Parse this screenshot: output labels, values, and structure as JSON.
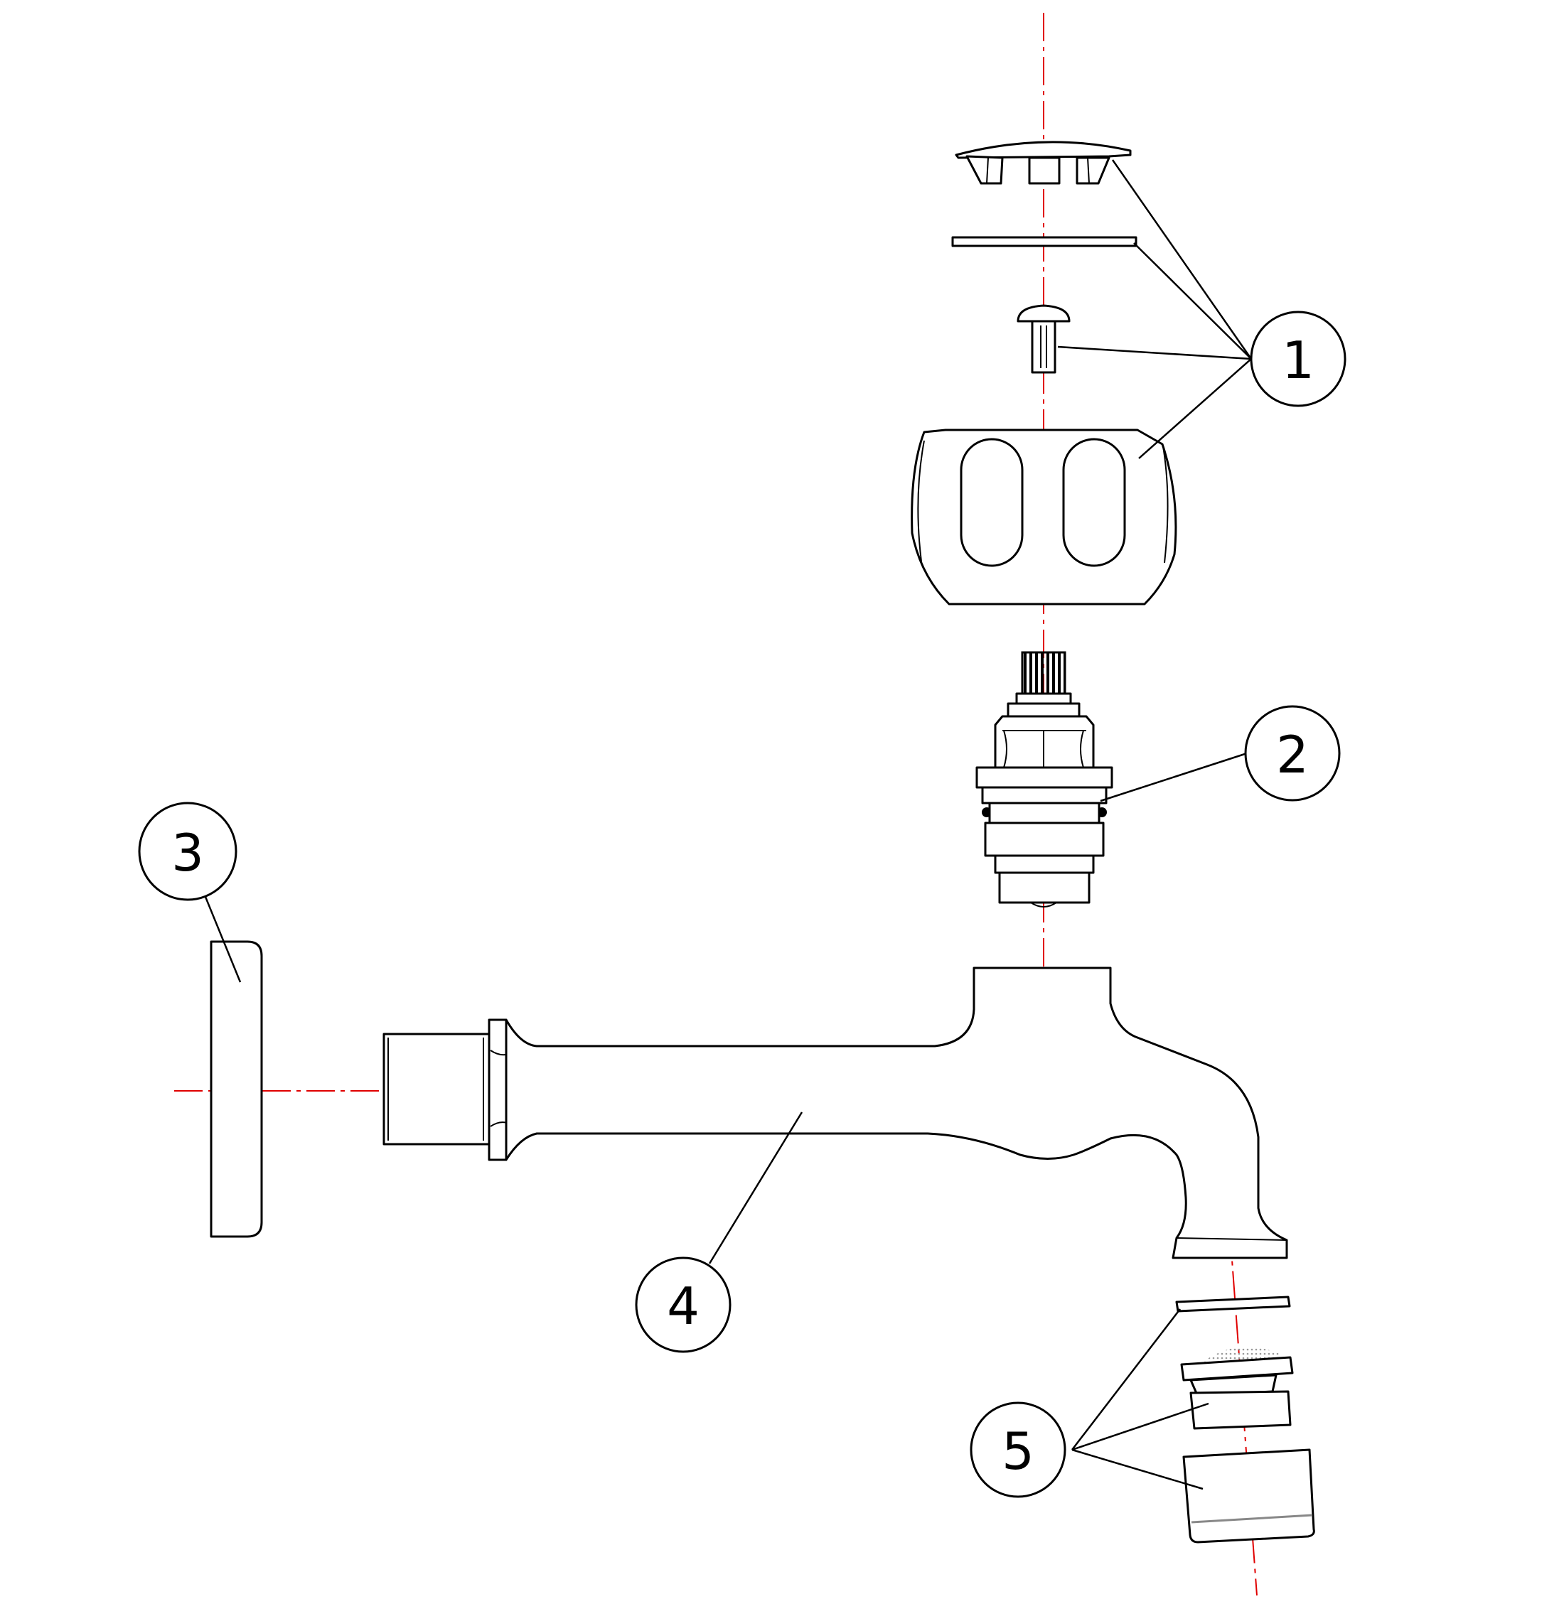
{
  "balloons": [
    {
      "id": "balloon-1",
      "label": "1"
    },
    {
      "id": "balloon-2",
      "label": "2"
    },
    {
      "id": "balloon-3",
      "label": "3"
    },
    {
      "id": "balloon-4",
      "label": "4"
    },
    {
      "id": "balloon-5",
      "label": "5"
    }
  ],
  "colors": {
    "centerline": "#e00000",
    "outline": "#000000",
    "background": "#ffffff",
    "mesh": "#999999"
  }
}
